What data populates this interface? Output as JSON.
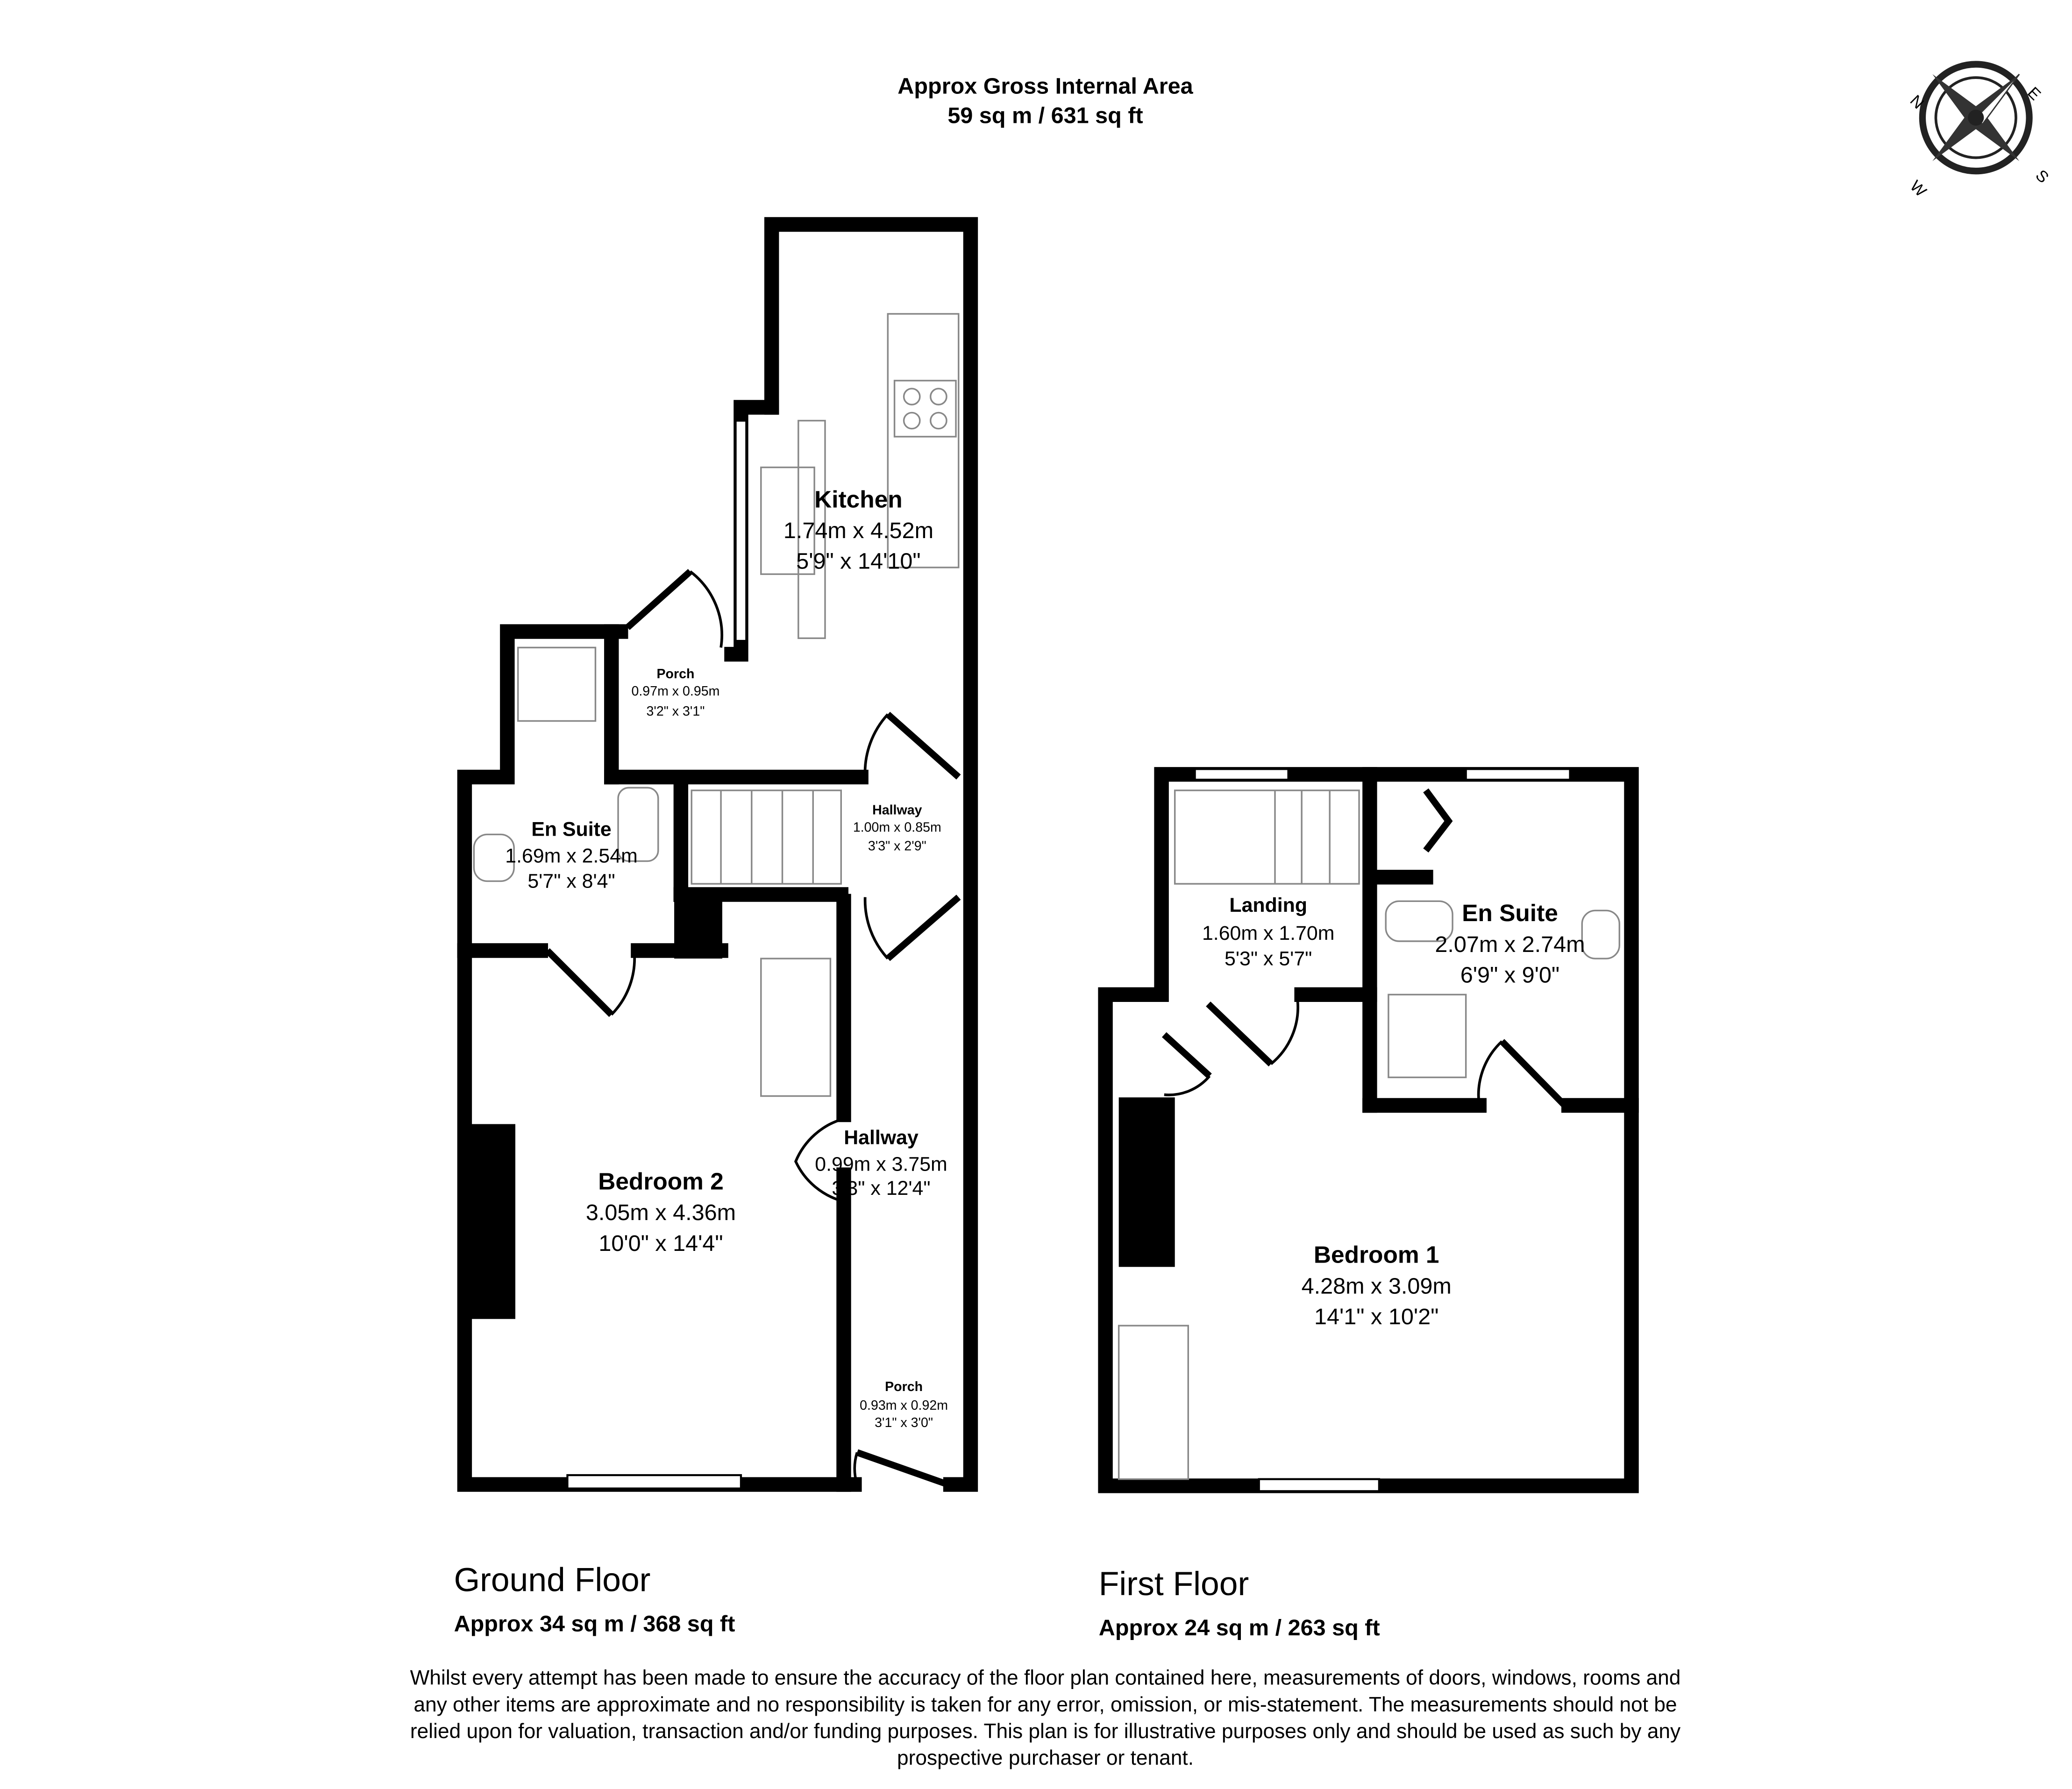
{
  "header": {
    "title": "Approx Gross Internal Area",
    "total_area": "59 sq m / 631 sq ft"
  },
  "compass": {
    "n": "N",
    "e": "E",
    "s": "S",
    "w": "W"
  },
  "ground_floor": {
    "name": "Ground Floor",
    "area": "Approx 34 sq m / 368 sq ft",
    "rooms": [
      {
        "name": "Kitchen",
        "metric": "1.74m x 4.52m",
        "imperial": "5'9\" x 14'10\""
      },
      {
        "name": "Porch",
        "metric": "0.97m x 0.95m",
        "imperial": "3'2\" x 3'1\""
      },
      {
        "name": "En Suite",
        "metric": "1.69m x 2.54m",
        "imperial": "5'7\" x 8'4\""
      },
      {
        "name": "Hallway",
        "metric": "1.00m x 0.85m",
        "imperial": "3'3\" x 2'9\""
      },
      {
        "name": "Hallway",
        "metric": "0.99m x 3.75m",
        "imperial": "3'3\" x 12'4\""
      },
      {
        "name": "Bedroom 2",
        "metric": "3.05m x 4.36m",
        "imperial": "10'0\" x 14'4\""
      },
      {
        "name": "Porch",
        "metric": "0.93m x 0.92m",
        "imperial": "3'1\" x 3'0\""
      }
    ]
  },
  "first_floor": {
    "name": "First Floor",
    "area": "Approx 24 sq m / 263 sq ft",
    "rooms": [
      {
        "name": "Landing",
        "metric": "1.60m x 1.70m",
        "imperial": "5'3\" x 5'7\""
      },
      {
        "name": "En Suite",
        "metric": "2.07m x 2.74m",
        "imperial": "6'9\" x 9'0\""
      },
      {
        "name": "Bedroom 1",
        "metric": "4.28m x 3.09m",
        "imperial": "14'1\" x 10'2\""
      }
    ]
  },
  "disclaimer": [
    "Whilst every attempt has been made to ensure the accuracy of the floor plan contained here, measurements of doors, windows, rooms and",
    "any other items are approximate and no responsibility is taken for any error, omission, or mis-statement. The measurements should not be",
    "relied upon for valuation, transaction and/or funding purposes. This plan is for illustrative purposes only and should be used as such by any",
    "prospective purchaser or tenant."
  ]
}
